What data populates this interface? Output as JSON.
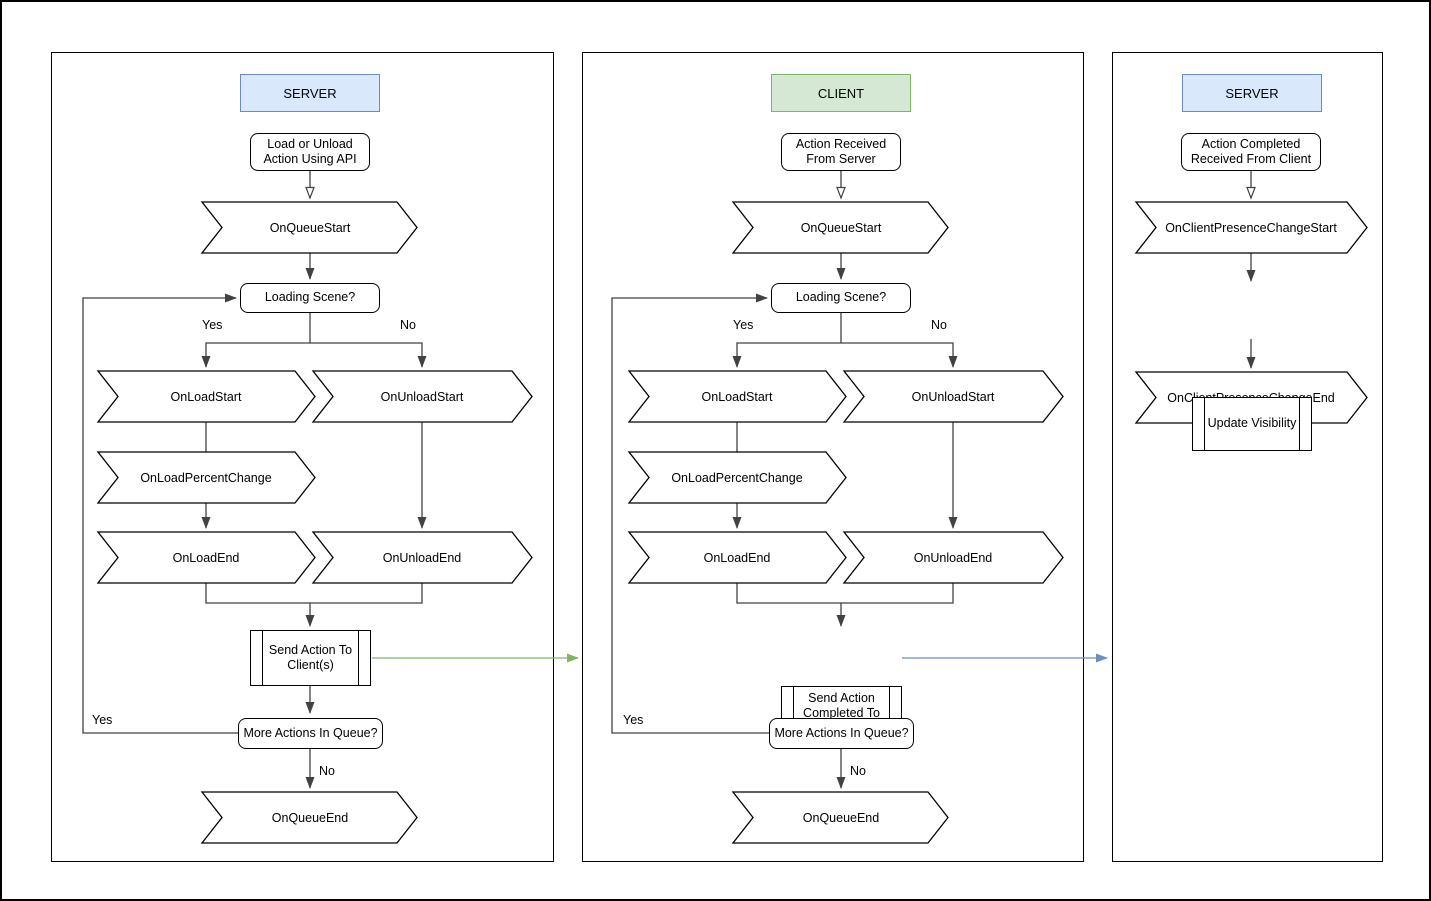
{
  "p1": {
    "header": "SERVER",
    "start": "Load or Unload Action Using API",
    "queue_start": "OnQueueStart",
    "loading": "Loading Scene?",
    "branch_yes": "Yes",
    "branch_no": "No",
    "load_start": "OnLoadStart",
    "unload_start": "OnUnloadStart",
    "load_percent": "OnLoadPercentChange",
    "load_end": "OnLoadEnd",
    "unload_end": "OnUnloadEnd",
    "send": "Send Action To Client(s)",
    "more": "More Actions In Queue?",
    "loop_yes": "Yes",
    "exit_no": "No",
    "queue_end": "OnQueueEnd"
  },
  "p2": {
    "header": "CLIENT",
    "start": "Action Received From Server",
    "queue_start": "OnQueueStart",
    "loading": "Loading Scene?",
    "branch_yes": "Yes",
    "branch_no": "No",
    "load_start": "OnLoadStart",
    "unload_start": "OnUnloadStart",
    "load_percent": "OnLoadPercentChange",
    "load_end": "OnLoadEnd",
    "unload_end": "OnUnloadEnd",
    "send": "Send Action Completed To Server",
    "more": "More Actions In Queue?",
    "loop_yes": "Yes",
    "exit_no": "No",
    "queue_end": "OnQueueEnd"
  },
  "p3": {
    "header": "SERVER",
    "start": "Action Completed Received From Client",
    "presence_start": "OnClientPresenceChangeStart",
    "update": "Update Visibility",
    "presence_end": "OnClientPresenceChangeEnd"
  },
  "colors": {
    "server_header_fill": "#dae8fc",
    "server_header_border": "#6c8ebf",
    "client_header_fill": "#d5e8d4",
    "client_header_border": "#82b366",
    "server_to_client_arrow": "#82b366",
    "client_to_server_arrow": "#6c8ebf",
    "connector": "#424242",
    "shape_border": "#000000"
  }
}
